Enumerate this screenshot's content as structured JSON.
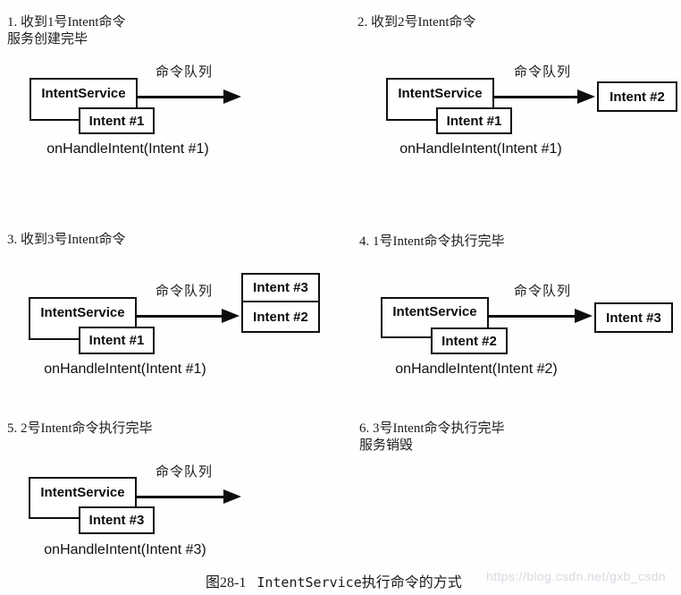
{
  "panels": [
    {
      "title_line1": "1. 收到1号Intent命令",
      "title_line2": "服务创建完毕",
      "queue_label": "命令队列",
      "service_box": "IntentService",
      "current_intent_box": "Intent #1",
      "handler_text": "onHandleIntent(Intent #1)",
      "queue_boxes": []
    },
    {
      "title_line1": "2. 收到2号Intent命令",
      "title_line2": "",
      "queue_label": "命令队列",
      "service_box": "IntentService",
      "current_intent_box": "Intent #1",
      "handler_text": "onHandleIntent(Intent #1)",
      "queue_boxes": [
        "Intent #2"
      ]
    },
    {
      "title_line1": "3. 收到3号Intent命令",
      "title_line2": "",
      "queue_label": "命令队列",
      "service_box": "IntentService",
      "current_intent_box": "Intent #1",
      "handler_text": "onHandleIntent(Intent #1)",
      "queue_boxes": [
        "Intent #3",
        "Intent #2"
      ]
    },
    {
      "title_line1": "4. 1号Intent命令执行完毕",
      "title_line2": "",
      "queue_label": "命令队列",
      "service_box": "IntentService",
      "current_intent_box": "Intent #2",
      "handler_text": "onHandleIntent(Intent #2)",
      "queue_boxes": [
        "Intent #3"
      ]
    },
    {
      "title_line1": "5. 2号Intent命令执行完毕",
      "title_line2": "",
      "queue_label": "命令队列",
      "service_box": "IntentService",
      "current_intent_box": "Intent #3",
      "handler_text": "onHandleIntent(Intent #3)",
      "queue_boxes": []
    },
    {
      "title_line1": "6. 3号Intent命令执行完毕",
      "title_line2": "服务销毁"
    }
  ],
  "caption": {
    "figure_label": "图28-1",
    "code_text": "IntentService",
    "suffix_text": "执行命令的方式"
  },
  "watermark": "https://blog.csdn.net/gxb_csdn"
}
